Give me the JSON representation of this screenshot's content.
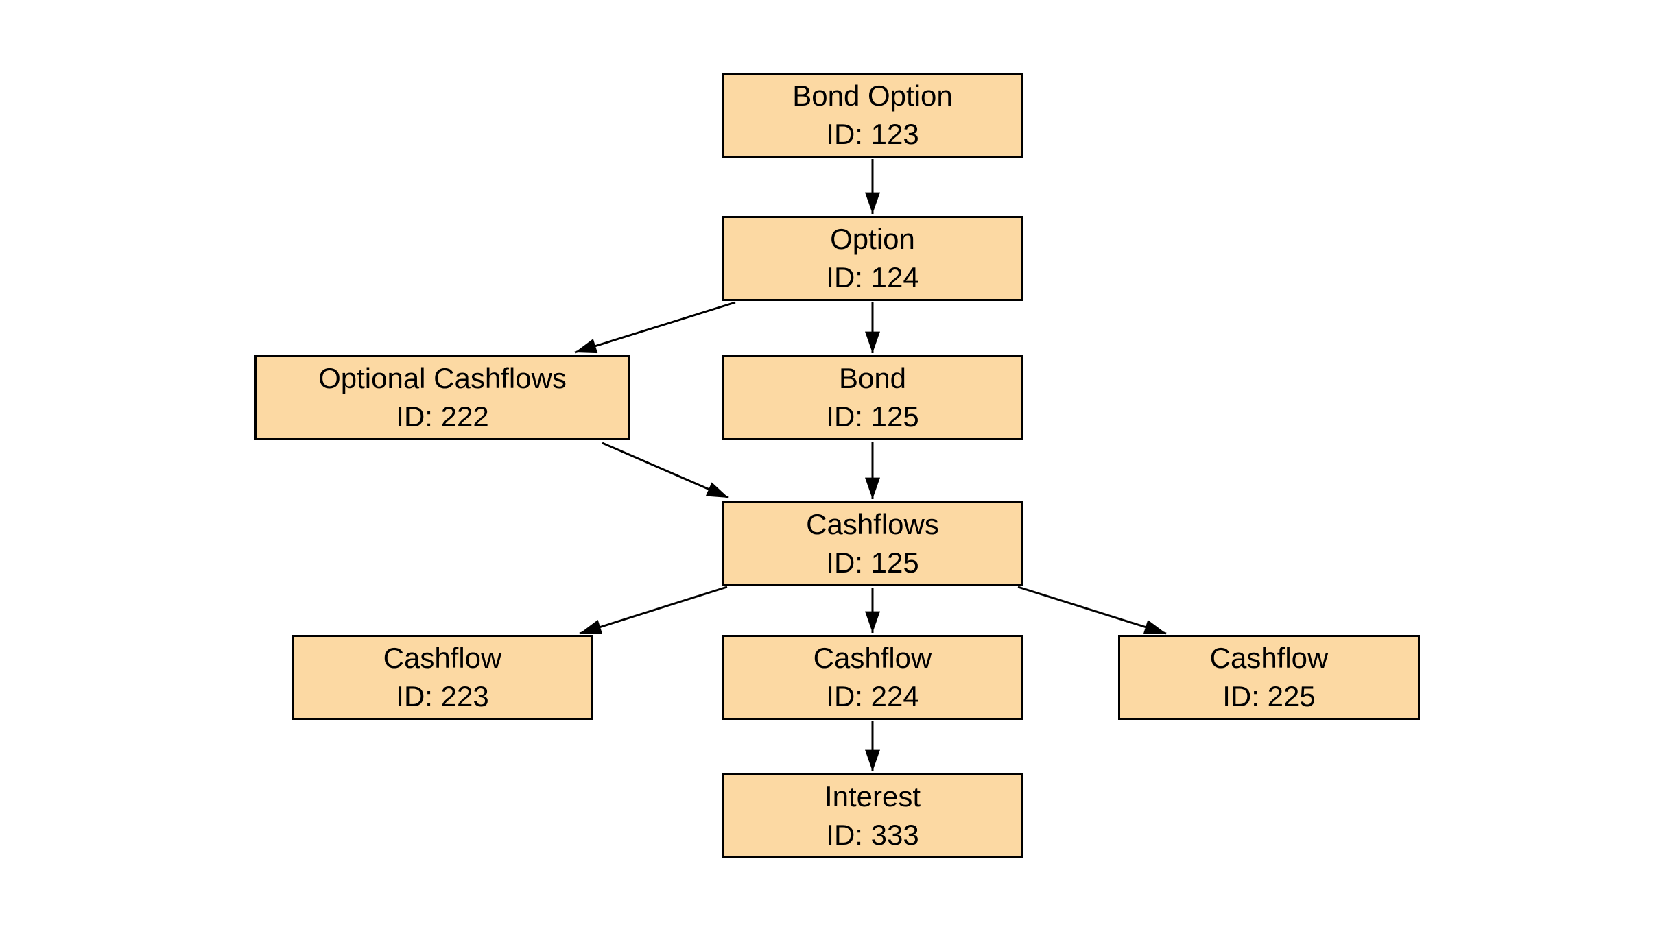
{
  "diagram": {
    "type": "flowchart",
    "colors": {
      "background": "#ffffff",
      "node_fill": "#fcd9a3",
      "node_border": "#000000",
      "edge": "#000000",
      "text": "#000000"
    },
    "nodes": [
      {
        "key": "bond-option",
        "label": "Bond Option",
        "id_text": "ID: 123"
      },
      {
        "key": "option",
        "label": "Option",
        "id_text": "ID: 124"
      },
      {
        "key": "optional-cashflows",
        "label": "Optional Cashflows",
        "id_text": "ID: 222"
      },
      {
        "key": "bond",
        "label": "Bond",
        "id_text": "ID: 125"
      },
      {
        "key": "cashflows",
        "label": "Cashflows",
        "id_text": "ID: 125"
      },
      {
        "key": "cashflow-223",
        "label": "Cashflow",
        "id_text": "ID: 223"
      },
      {
        "key": "cashflow-224",
        "label": "Cashflow",
        "id_text": "ID: 224"
      },
      {
        "key": "cashflow-225",
        "label": "Cashflow",
        "id_text": "ID: 225"
      },
      {
        "key": "interest",
        "label": "Interest",
        "id_text": "ID: 333"
      }
    ],
    "edges": [
      {
        "from": "bond-option",
        "to": "option"
      },
      {
        "from": "option",
        "to": "optional-cashflows"
      },
      {
        "from": "option",
        "to": "bond"
      },
      {
        "from": "optional-cashflows",
        "to": "cashflows"
      },
      {
        "from": "bond",
        "to": "cashflows"
      },
      {
        "from": "cashflows",
        "to": "cashflow-223"
      },
      {
        "from": "cashflows",
        "to": "cashflow-224"
      },
      {
        "from": "cashflows",
        "to": "cashflow-225"
      },
      {
        "from": "cashflow-224",
        "to": "interest"
      }
    ]
  }
}
